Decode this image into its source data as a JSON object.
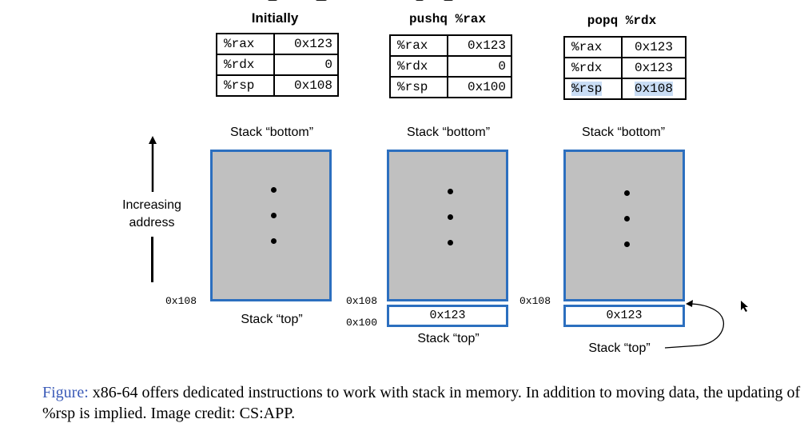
{
  "columns": [
    {
      "title": "Initially",
      "registers": [
        {
          "name": "%rax",
          "value": "0x123"
        },
        {
          "name": "%rdx",
          "value": "0"
        },
        {
          "name": "%rsp",
          "value": "0x108"
        }
      ],
      "stack_bottom_label": "Stack “bottom”",
      "stack_top_label": "Stack “top”",
      "addresses": [
        "0x108"
      ]
    },
    {
      "title": "pushq %rax",
      "registers": [
        {
          "name": "%rax",
          "value": "0x123"
        },
        {
          "name": "%rdx",
          "value": "0"
        },
        {
          "name": "%rsp",
          "value": "0x100"
        }
      ],
      "stack_bottom_label": "Stack “bottom”",
      "stack_top_label": "Stack “top”",
      "cell_value": "0x123",
      "addresses": [
        "0x108",
        "0x100"
      ]
    },
    {
      "title": "popq %rdx",
      "registers": [
        {
          "name": "%rax",
          "value": "0x123"
        },
        {
          "name": "%rdx",
          "value": "0x123"
        },
        {
          "name": "%rsp",
          "value": "0x108"
        }
      ],
      "stack_bottom_label": "Stack “bottom”",
      "stack_top_label": "Stack “top”",
      "cell_value": "0x123",
      "addresses": [
        "0x108"
      ],
      "highlight_row": "%rsp"
    }
  ],
  "axis": {
    "line1": "Increasing",
    "line2": "address"
  },
  "caption": {
    "figure_label": "Figure:",
    "text": " x86-64 offers dedicated instructions to work with stack in memory. In addition to moving data, the updating of %rsp is implied. Image credit: CS:APP."
  },
  "colors": {
    "stack_border": "#2c6fbf",
    "stack_fill": "#c0c0c0",
    "highlight": "#c9ddf5",
    "figure_label": "#3b5bb8"
  }
}
